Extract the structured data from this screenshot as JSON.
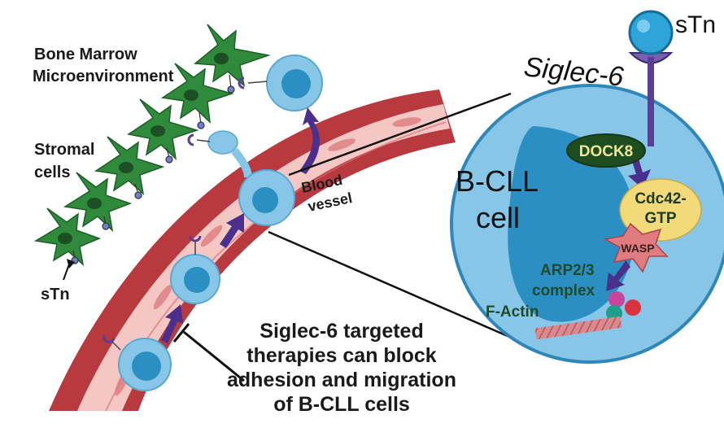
{
  "labels": {
    "bone_marrow_line1": "Bone Marrow",
    "bone_marrow_line2": "Microenvironment",
    "stromal_line1": "Stromal",
    "stromal_line2": "cells",
    "stn_bottom": "sTn",
    "blood_line1": "Blood",
    "blood_line2": "vessel",
    "caption_line1": "Siglec-6 targeted",
    "caption_line2": "therapies can block",
    "caption_line3": "adhesion and migration",
    "caption_line4": "of B-CLL cells",
    "stn_top": "sTn",
    "siglec6": "Siglec-6",
    "bcll_line1": "B-CLL",
    "bcll_line2": "cell",
    "dock8": "DOCK8",
    "cdc42_line1": "Cdc42-",
    "cdc42_line2": "GTP",
    "wasp": "WASP",
    "arp_line1": "ARP2/3",
    "arp_line2": "complex",
    "factin": "F-Actin"
  },
  "colors": {
    "stromal_green": "#2f8a3c",
    "vessel_red": "#b93a3e",
    "vessel_lumen": "#f4c7c5",
    "cell_light_blue": "#87c6e6",
    "cell_nucleus": "#2b8fc4",
    "receptor_purple": "#5a3f96",
    "arrow_purple": "#4b2f8c",
    "dock8_green": "#1f4d22",
    "cdc42_yellow": "#f2d97a",
    "wasp_pink": "#e07b80"
  }
}
